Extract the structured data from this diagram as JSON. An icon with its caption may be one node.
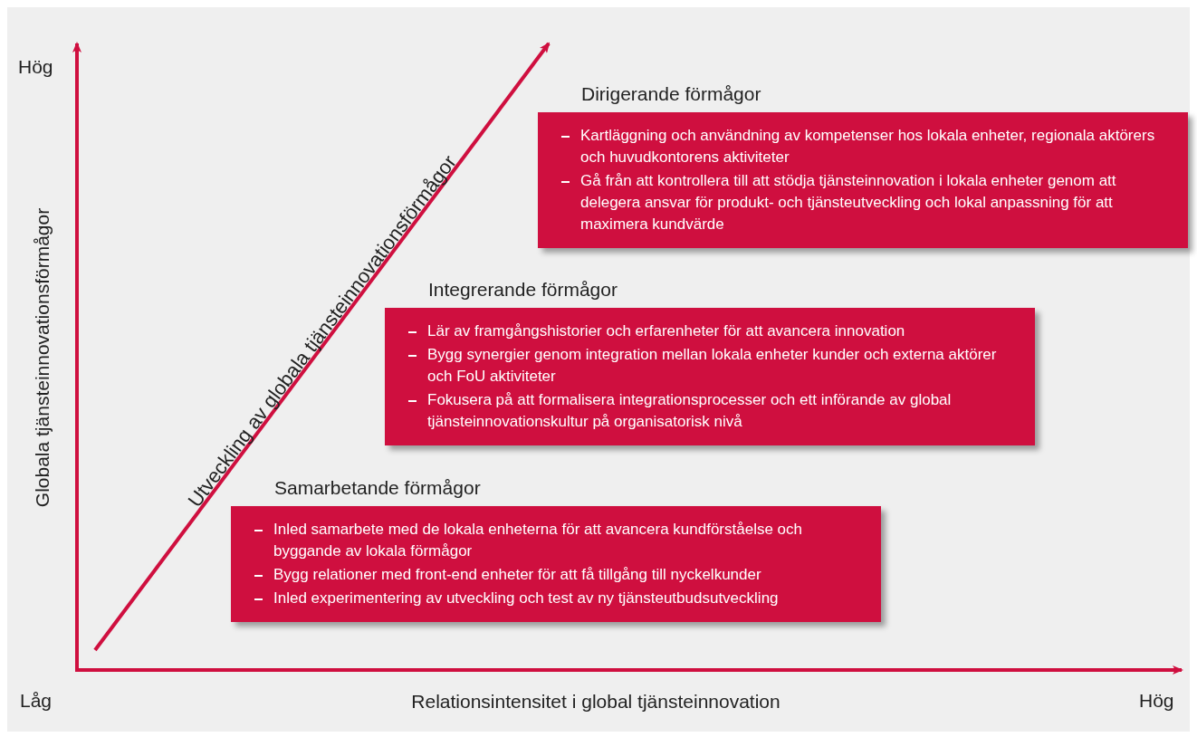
{
  "diagram": {
    "nodes": [
      {
        "text": [
          "Dirigerande förmågor",
          "Kartläggning och användning av kompetenser hos lokala enheter, regionala aktörers och huvudkontorens aktiviteter",
          "Gå från att kontrollera till att stödja tjänsteinnovation i lokala enheter genom att delegera ansvar för produkt- och tjänsteutveckling och lokal anpassning för att maximera kundvärde"
        ]
      },
      {
        "text": [
          "Integrerande förmågor",
          "Lär av framgångshistorier och erfarenheter för att avancera innovation",
          "Bygg synergier genom integration mellan lokala enheter kunder och externa aktörer och FoU aktiviteter",
          "Fokusera på att formalisera integrationsprocesser och ett införande av global tjänsteinnovationskultur på organisatorisk nivå"
        ]
      },
      {
        "text": [
          "Samarbetande förmågor",
          "Inled samarbete med de lokala enheterna för att avancera kundförståelse och byggande av lokala förmågor",
          "Bygg relationer med front-end enheter för att få tillgång till nyckelkunder",
          "Inled experimentering av utveckling och test av ny tjänsteutbudsutveckling"
        ]
      }
    ],
    "labels": [
      "Hög",
      "Globala tjänsteinnovationsförmågor",
      "Utveckling av globala tjänsteinnovationsförmågor",
      "Låg",
      "Relationsintensitet i global tjänsteinnovation",
      "Hög"
    ]
  }
}
